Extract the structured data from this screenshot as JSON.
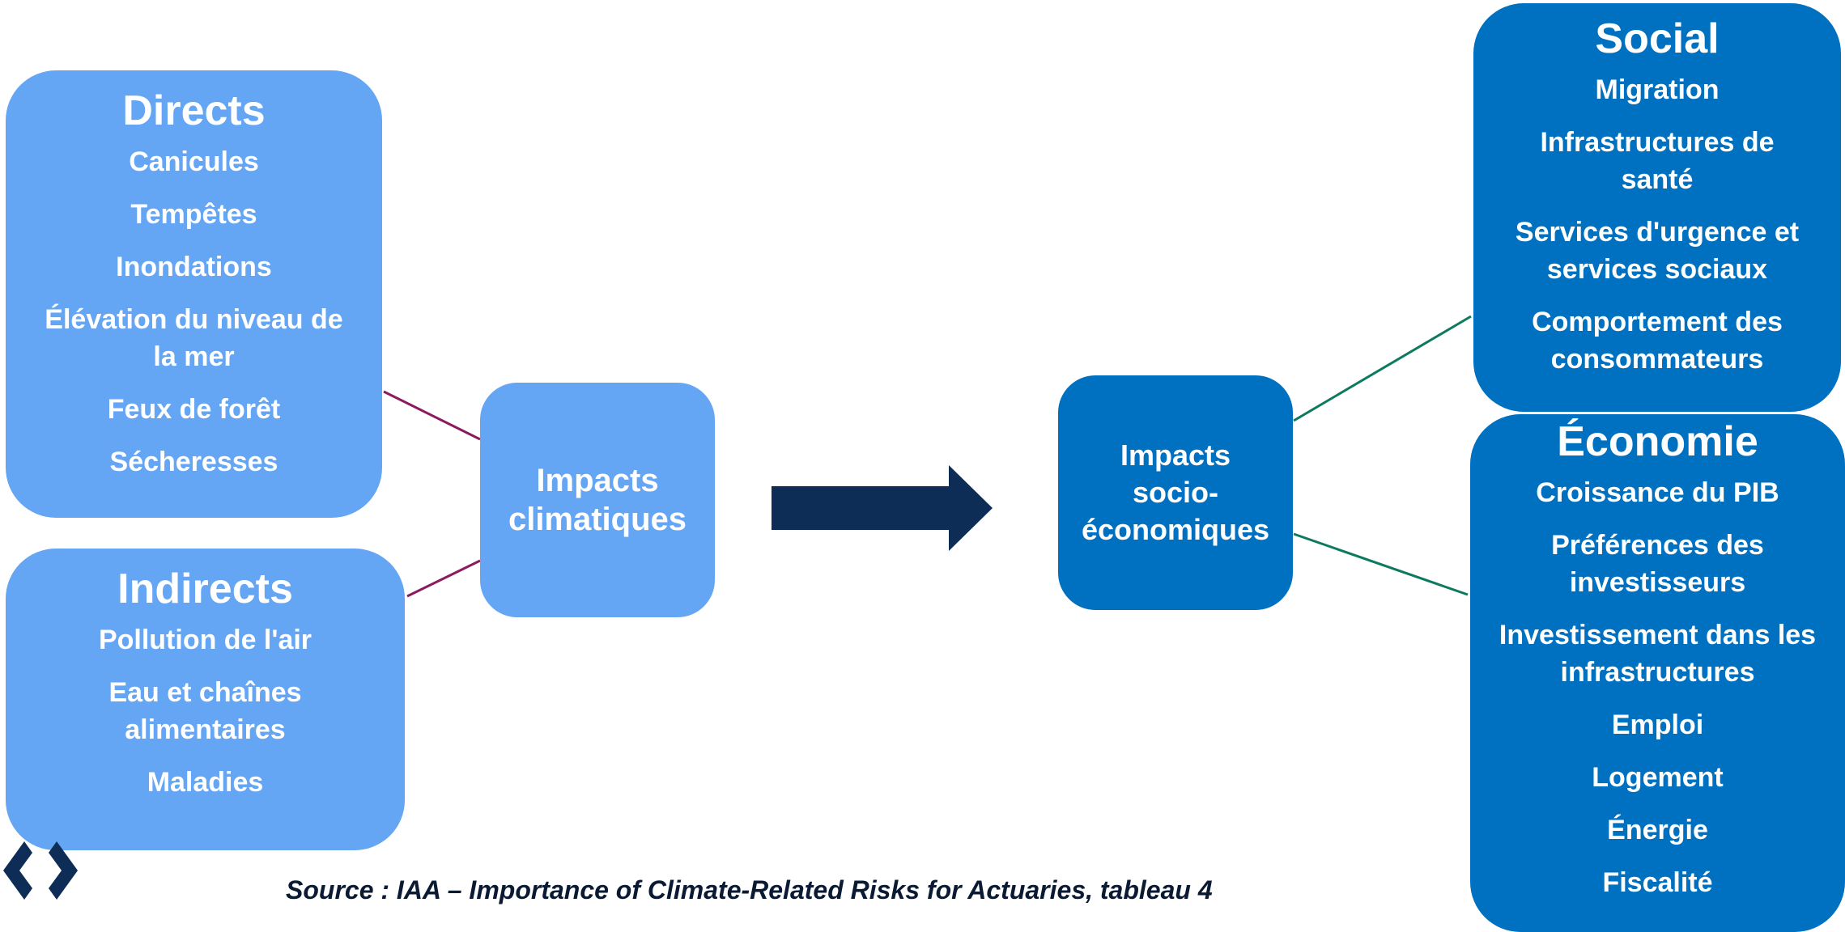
{
  "colors": {
    "light_box": "#64a5f4",
    "dark_box": "#0070c0",
    "arrow": "#0d2d57",
    "left_connector": "#8b1a5e",
    "right_connector": "#0d7a5f"
  },
  "directs": {
    "title": "Directs",
    "items": [
      "Canicules",
      "Tempêtes",
      "Inondations",
      "Élévation du niveau de la mer",
      "Feux de forêt",
      "Sécheresses"
    ]
  },
  "indirects": {
    "title": "Indirects",
    "items": [
      "Pollution de l'air",
      "Eau et chaînes alimentaires",
      "Maladies"
    ]
  },
  "climate_hub": {
    "label": "Impacts climatiques"
  },
  "socio_hub": {
    "label": "Impacts socio-économiques"
  },
  "social": {
    "title": "Social",
    "items": [
      "Migration",
      "Infrastructures de santé",
      "Services d'urgence et services sociaux",
      "Comportement des consommateurs"
    ]
  },
  "economie": {
    "title": "Économie",
    "items": [
      "Croissance du PIB",
      "Préférences des investisseurs",
      "Investissement dans les infrastructures",
      "Emploi",
      "Logement",
      "Énergie",
      "Fiscalité"
    ]
  },
  "source": "Source : IAA – Importance of Climate-Related Risks for Actuaries, tableau 4",
  "icons": {
    "logo": "brackets-logo-icon",
    "arrow": "right-arrow-icon"
  }
}
